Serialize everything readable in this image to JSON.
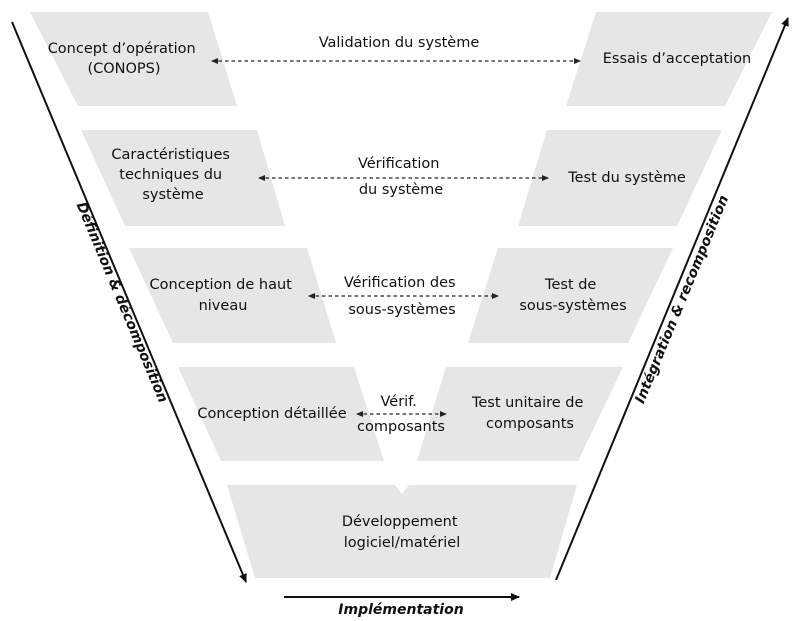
{
  "levels": [
    {
      "left": [
        "Concept d’opération",
        "(CONOPS)"
      ],
      "link": [
        "Validation du système"
      ],
      "right": [
        "Essais d’acceptation"
      ]
    },
    {
      "left": [
        "Caractéristiques",
        "techniques du",
        "système"
      ],
      "link": [
        "Vérification",
        "du système"
      ],
      "right": [
        "Test du système"
      ]
    },
    {
      "left": [
        "Conception de haut",
        "niveau"
      ],
      "link": [
        "Vérification des",
        "sous-systèmes"
      ],
      "right": [
        "Test de",
        "sous-systèmes"
      ]
    },
    {
      "left": [
        "Conception détaillée"
      ],
      "link": [
        "Vérif.",
        "composants"
      ],
      "right": [
        "Test unitaire de",
        "composants"
      ]
    }
  ],
  "bottom": [
    "Développement",
    "logiciel/matériel"
  ],
  "axes": {
    "left": "Définition & décomposition",
    "right": "Intégration & recomposition",
    "bottom": "Implémentation"
  }
}
